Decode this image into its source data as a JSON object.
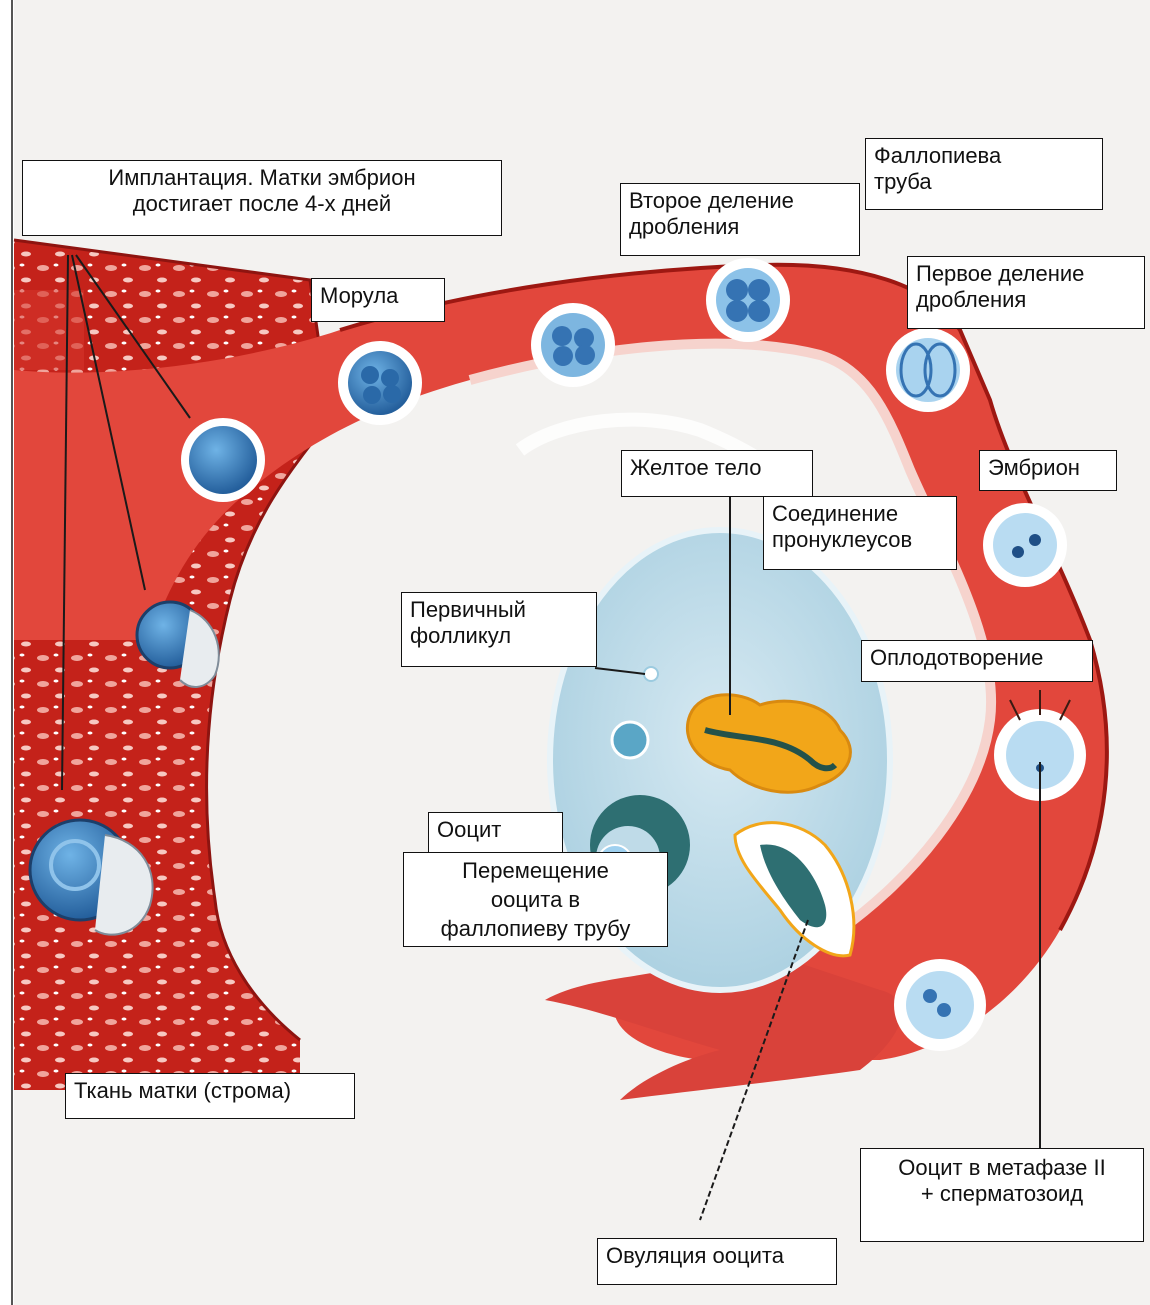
{
  "colors": {
    "tissue_dark": "#c4221a",
    "tissue_mid": "#e0453a",
    "tissue_light": "#f2a39a",
    "ovary": "#bfdbe8",
    "cell_blue": "#3f86c4",
    "cell_pale": "#cfe6f4",
    "corpus_luteum": "#f2a619",
    "follicle_dark": "#2e6f72"
  },
  "labels": {
    "implantation": "Имплантация. Матки эмбрион\nдостигает после 4-х дней",
    "fallopian_tube": "Фаллопиева\nтруба",
    "second_division": "Второе деление\nдробления",
    "first_division": "Первое деление\nдробления",
    "morula": "Морула",
    "corpus_luteum": "Желтое тело",
    "embryo": "Эмбрион",
    "pronuclei_fusion": "Соединение\nпронуклеусов",
    "primary_follicle": "Первичный\nфолликул",
    "fertilization": "Оплодотворение",
    "oocyte": "Ооцит",
    "oocyte_transfer": "Перемещение\nооцита в\nфаллопиеву трубу",
    "uterine_tissue": "Ткань матки (строма)",
    "metaphase_oocyte": "Ооцит в метафазе II\n+ сперматозоид",
    "ovulation": "Овуляция ооцита"
  }
}
